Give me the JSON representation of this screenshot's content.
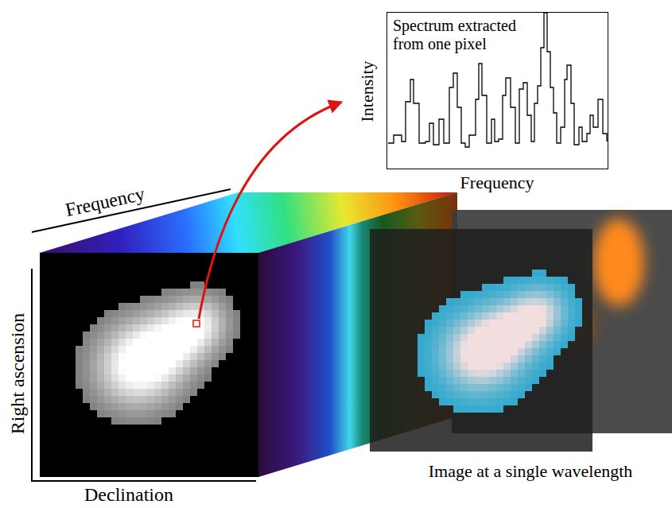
{
  "diagram": {
    "nodes": [
      {
        "text": [
          "Spectrum extracted from one pixel"
        ]
      }
    ],
    "labels": [
      "Intensity",
      "Frequency",
      "Frequency",
      "Right ascension",
      "Declination",
      "Image at a single wavelength"
    ]
  }
}
